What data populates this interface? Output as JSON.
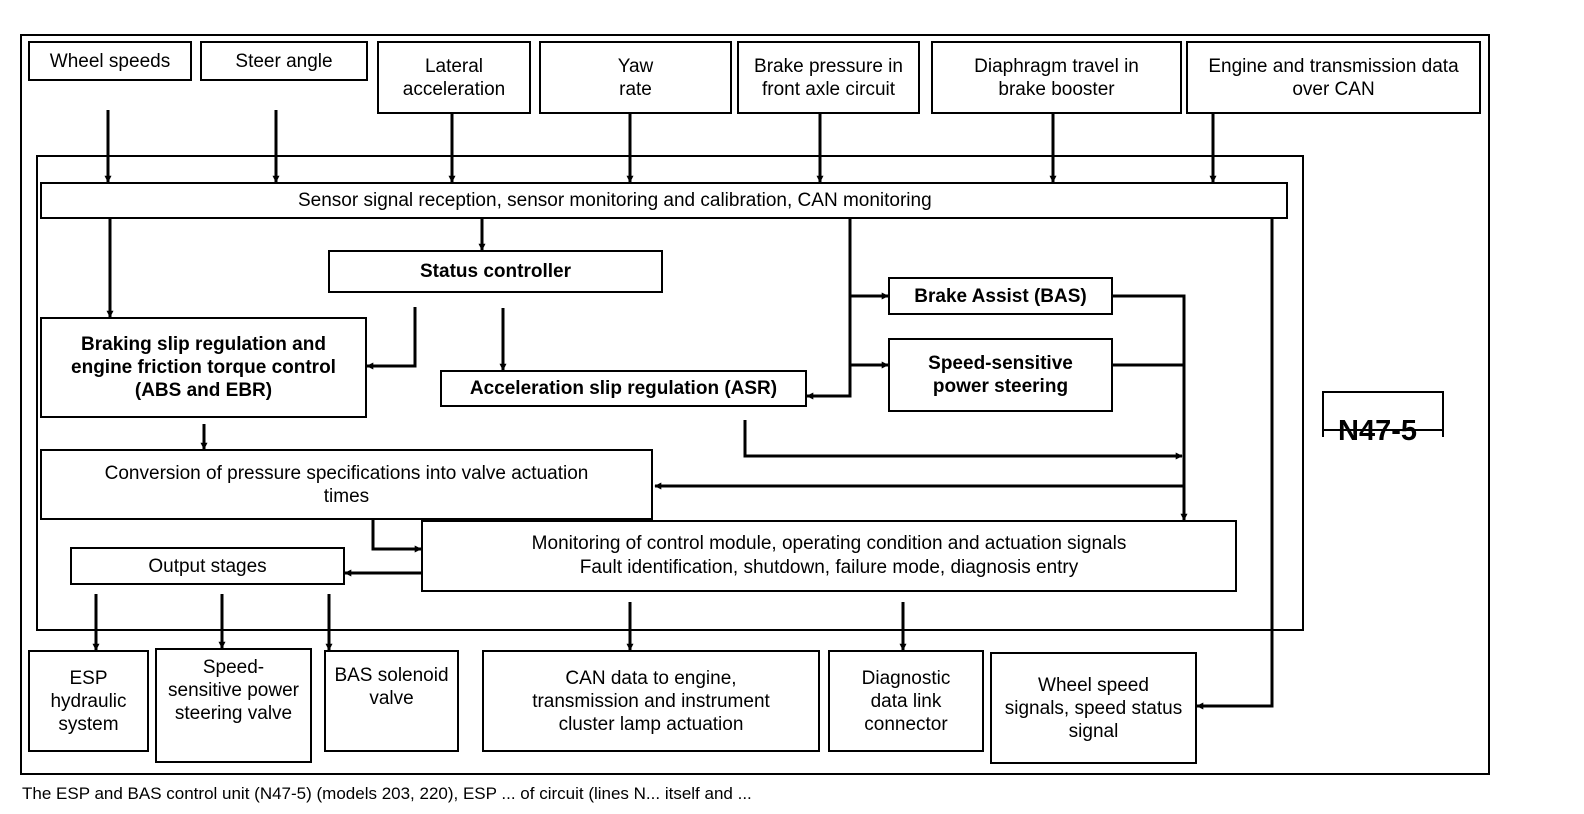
{
  "diagram": {
    "inputs": {
      "wheel_speeds": "Wheel speeds",
      "steer_angle": "Steer angle",
      "lateral_acceleration": "Lateral\nacceleration",
      "yaw_rate": "Yaw\nrate",
      "brake_pressure": "Brake pressure in\nfront axle circuit",
      "diaphragm_travel": "Diaphragm travel in\nbrake booster",
      "engine_transmission": "Engine and transmission data\nover CAN"
    },
    "module": {
      "sensor_reception": "Sensor signal reception, sensor monitoring and calibration, CAN monitoring",
      "status_controller": "Status controller",
      "braking_slip": "Braking slip regulation and\nengine friction torque control\n(ABS and EBR)",
      "acceleration_slip": "Acceleration slip regulation (ASR)",
      "brake_assist": "Brake Assist (BAS)",
      "power_steering": "Speed-sensitive\npower steering",
      "conversion": "Conversion of pressure specifications into valve actuation\ntimes",
      "output_stages": "Output stages",
      "monitoring": "Monitoring of control module, operating condition and actuation signals\nFault identification, shutdown, failure mode, diagnosis entry",
      "label": "N47-5"
    },
    "outputs": {
      "esp_hydraulic": "ESP\nhydraulic\nsystem",
      "steering_valve": "Speed-\nsensitive power\nsteering valve",
      "bas_valve": "BAS solenoid\nvalve",
      "can_data": "CAN data to engine,\ntransmission and instrument\ncluster lamp actuation",
      "diagnostic": "Diagnostic\ndata link\nconnector",
      "wheel_signals": "Wheel speed\nsignals, speed status\nsignal"
    }
  },
  "caption": "The ESP and BAS control unit (N47-5) (models 203, 220), ESP ... of circuit (lines N... itself and ..."
}
